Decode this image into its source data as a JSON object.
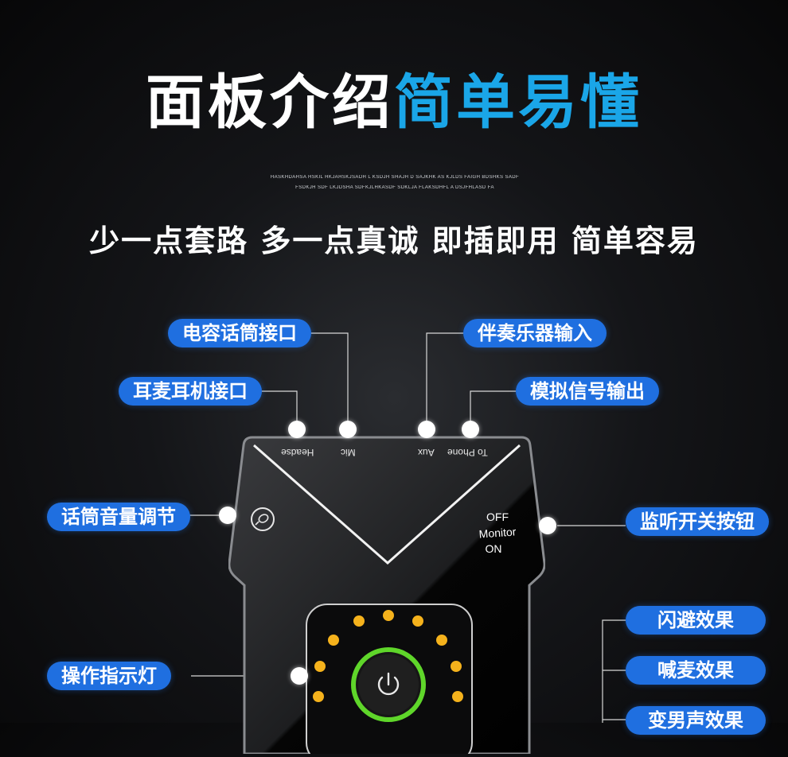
{
  "header": {
    "title_white": "面板介绍",
    "title_blue": "简单易懂",
    "fine_line_1": "HASKHDAHSA HSKIL HKJAHSKJSADH L KSDJH SHAJH D SAJKHK AS KJLDS FAIGH BDSHKS SADF",
    "fine_line_2": "FSDKJH SDF LKJDSHA SDFKJLHKASDF SDKLJA FLAKSDHFL A DSJFHLASD FA",
    "subtitle": "少一点套路  多一点真诚  即插即用  简单容易"
  },
  "callouts": {
    "mic_jack": "电容话筒接口",
    "headset_jack": "耳麦耳机接口",
    "instrument_input": "伴奏乐器输入",
    "analog_output": "模拟信号输出",
    "mic_volume": "话筒音量调节",
    "monitor_switch": "监听开关按钮",
    "indicator": "操作指示灯",
    "dodge_effect": "闪避效果",
    "shout_effect": "喊麦效果",
    "voice_change_effect": "变男声效果"
  },
  "device": {
    "ports": {
      "headset": "Headse",
      "mic": "Mic",
      "aux": "Aux",
      "to_phone": "To Phone"
    },
    "monitor": {
      "off": "OFF",
      "label": "Monitor",
      "on": "ON"
    }
  },
  "colors": {
    "accent_blue": "#1aa6e8",
    "tag_blue": "#1f6fe0",
    "led_amber": "#f5b21c",
    "power_ring": "#5fd62a"
  }
}
